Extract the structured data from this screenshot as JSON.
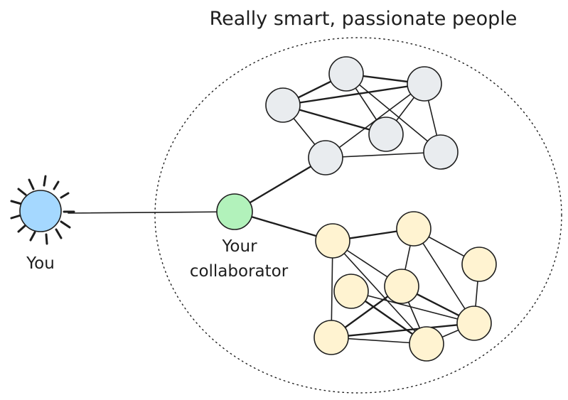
{
  "title": "Really smart, passionate people",
  "you_label": "You",
  "collaborator_label_line1": "Your",
  "collaborator_label_line2": "collaborator",
  "colors": {
    "you": "#a5d8ff",
    "collaborator": "#b2f2bb",
    "gray_group": "#e9ecef",
    "yellow_group": "#fff3d1",
    "stroke": "#1e1e1e"
  }
}
